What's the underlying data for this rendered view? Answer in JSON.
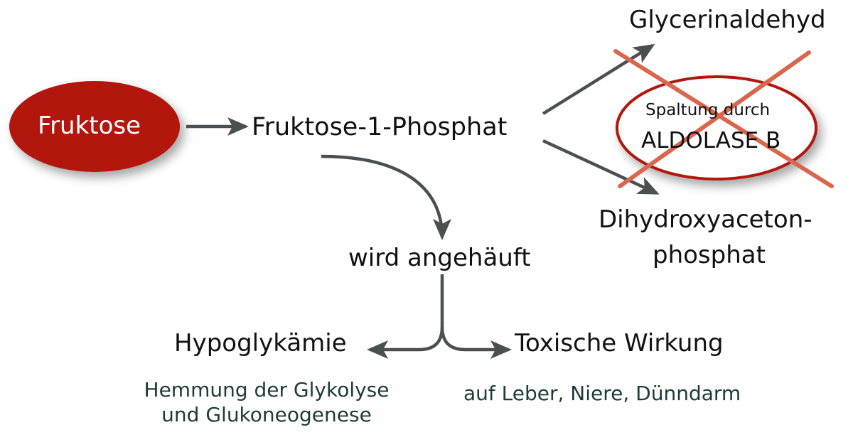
{
  "nodes": {
    "fruktose": "Fruktose",
    "f1p": "Fruktose-1-Phosphat",
    "glyceraldehyd": "Glycerinaldehyd",
    "dhap_line1": "Dihydroxyaceton-",
    "dhap_line2": "phosphat",
    "aldolase_line1": "Spaltung durch",
    "aldolase_line2": "ALDOLASE B",
    "angehaeuft": "wird angehäuft",
    "hypoglykaemie": "Hypoglykämie",
    "hemmung_line1": "Hemmung der Glykolyse",
    "hemmung_line2": "und Glukoneogenese",
    "toxisch": "Toxische Wirkung",
    "organe": "auf Leber, Niere, Dünndarm"
  },
  "colors": {
    "fruktose_fill": "#b3150b",
    "cross": "#d9674f",
    "aldolase_stroke": "#b3150b",
    "arrow": "#4a4f50",
    "subtext": "#1e3a3a"
  }
}
